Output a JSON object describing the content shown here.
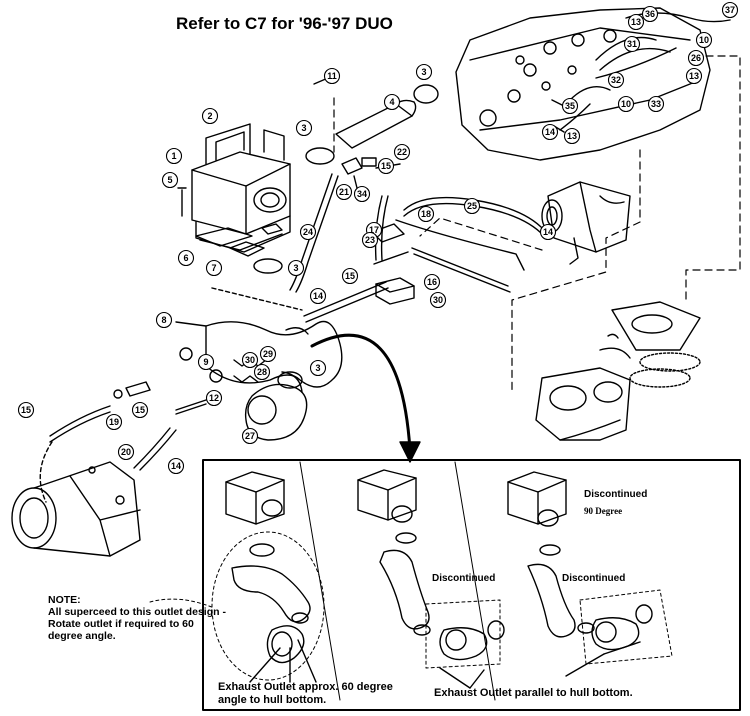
{
  "title": "Refer to C7 for '96-'97 DUO",
  "part_numbers": [
    "1",
    "2",
    "3",
    "4",
    "5",
    "6",
    "7",
    "8",
    "9",
    "10",
    "11",
    "12",
    "13",
    "14",
    "15",
    "16",
    "17",
    "18",
    "19",
    "20",
    "21",
    "22",
    "23",
    "24",
    "25",
    "26",
    "27",
    "28",
    "29",
    "30",
    "31",
    "32",
    "33",
    "34",
    "35",
    "36",
    "37"
  ],
  "inset": {
    "panel_labels": {
      "discontinued": "Discontinued",
      "ninety_degree": "90 Degree"
    },
    "note": "NOTE:\nAll superceed to this outlet design - Rotate outlet if required to 60 degree angle.",
    "caption_left": "Exhaust Outlet approx. 60 degree angle to hull bottom.",
    "caption_right": "Exhaust Outlet parallel to hull bottom."
  }
}
